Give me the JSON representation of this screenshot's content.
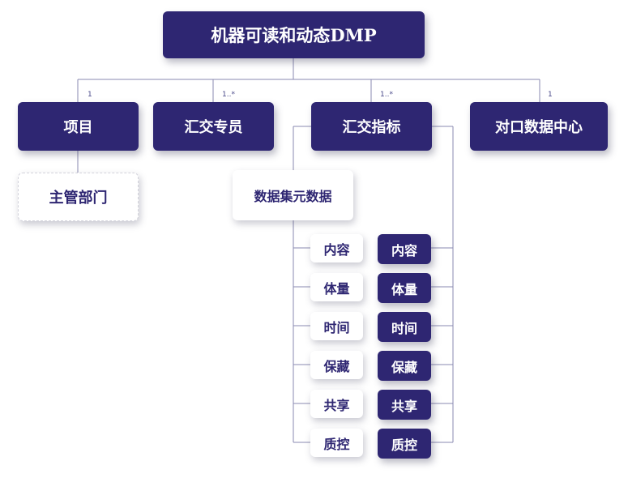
{
  "root": {
    "label": "机器可读和动态DMP"
  },
  "level1": [
    {
      "label": "项目",
      "multiplicity": "1"
    },
    {
      "label": "汇交专员",
      "multiplicity": "1..*"
    },
    {
      "label": "汇交指标",
      "multiplicity": "1..*"
    },
    {
      "label": "对口数据中心",
      "multiplicity": "1"
    }
  ],
  "project_child": {
    "label": "主管部门"
  },
  "metadata": {
    "label": "数据集元数据"
  },
  "metadata_items": [
    "内容",
    "体量",
    "时间",
    "保藏",
    "共享",
    "质控"
  ],
  "indicator_items": [
    "内容",
    "体量",
    "时间",
    "保藏",
    "共享",
    "质控"
  ]
}
